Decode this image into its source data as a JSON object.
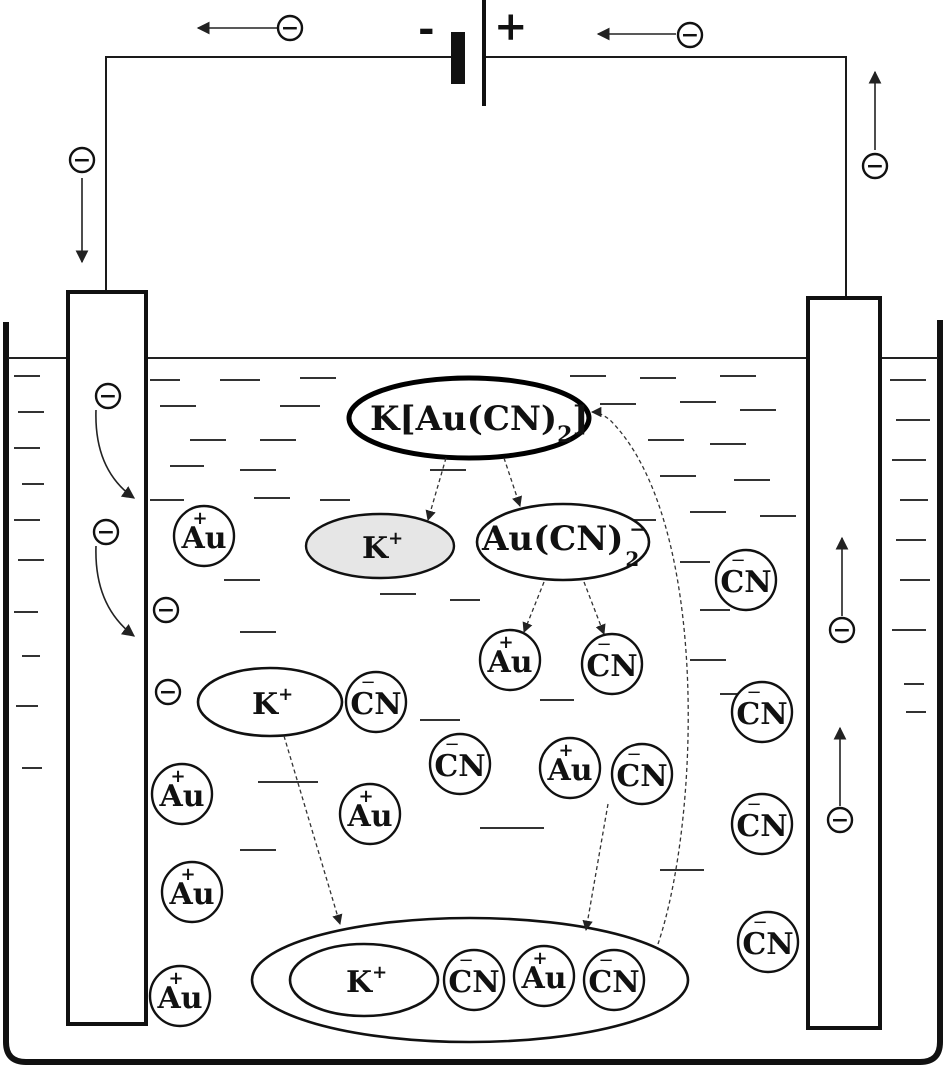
{
  "battery": {
    "minus_label": "-",
    "plus_label": "+"
  },
  "electron": {
    "symbol": "−"
  },
  "ions": {
    "gold": "Au",
    "gold_charge": "+",
    "cyanide": "CN",
    "cyanide_charge": "−",
    "potassium": "K",
    "potassium_charge": "+"
  },
  "complexes": {
    "salt_prefix": "K[Au(CN)",
    "salt_sub": "2",
    "salt_suffix": "]",
    "anion_base": "Au(CN)",
    "anion_sub": "2",
    "anion_sup": "−"
  },
  "colors": {
    "ink": "#111111",
    "background": "#ffffff",
    "grey_fill": "#e6e6e6"
  }
}
